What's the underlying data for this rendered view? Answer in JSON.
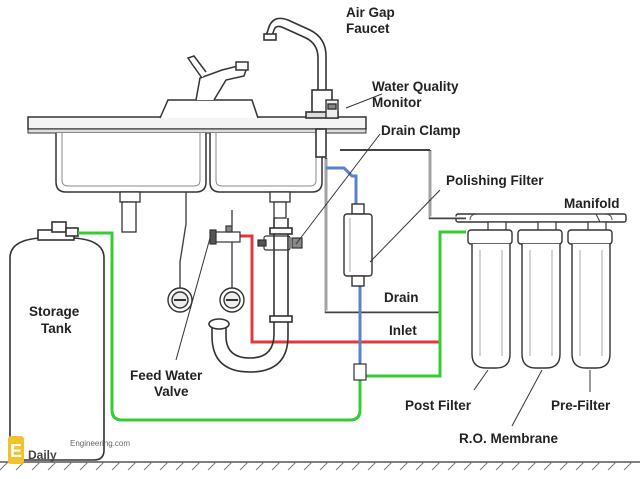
{
  "labels": {
    "air_gap_faucet": [
      "Air Gap",
      "Faucet"
    ],
    "water_quality_monitor": [
      "Water Quality",
      "Monitor"
    ],
    "drain_clamp": "Drain Clamp",
    "polishing_filter": "Polishing Filter",
    "manifold": "Manifold",
    "storage_tank": [
      "Storage",
      "Tank"
    ],
    "drain": "Drain",
    "inlet": "Inlet",
    "feed_water_valve": [
      "Feed Water",
      "Valve"
    ],
    "post_filter": "Post Filter",
    "pre_filter": "Pre-Filter",
    "ro_membrane": "R.O. Membrane"
  },
  "logo": {
    "letter": "E",
    "site": "Engineering.com",
    "brand": "Daily"
  },
  "colors": {
    "line_green": "#33cc33",
    "line_red": "#dd3b3b",
    "line_blue": "#5a82c8",
    "outline": "#333333",
    "logo": "#f2c12e"
  }
}
